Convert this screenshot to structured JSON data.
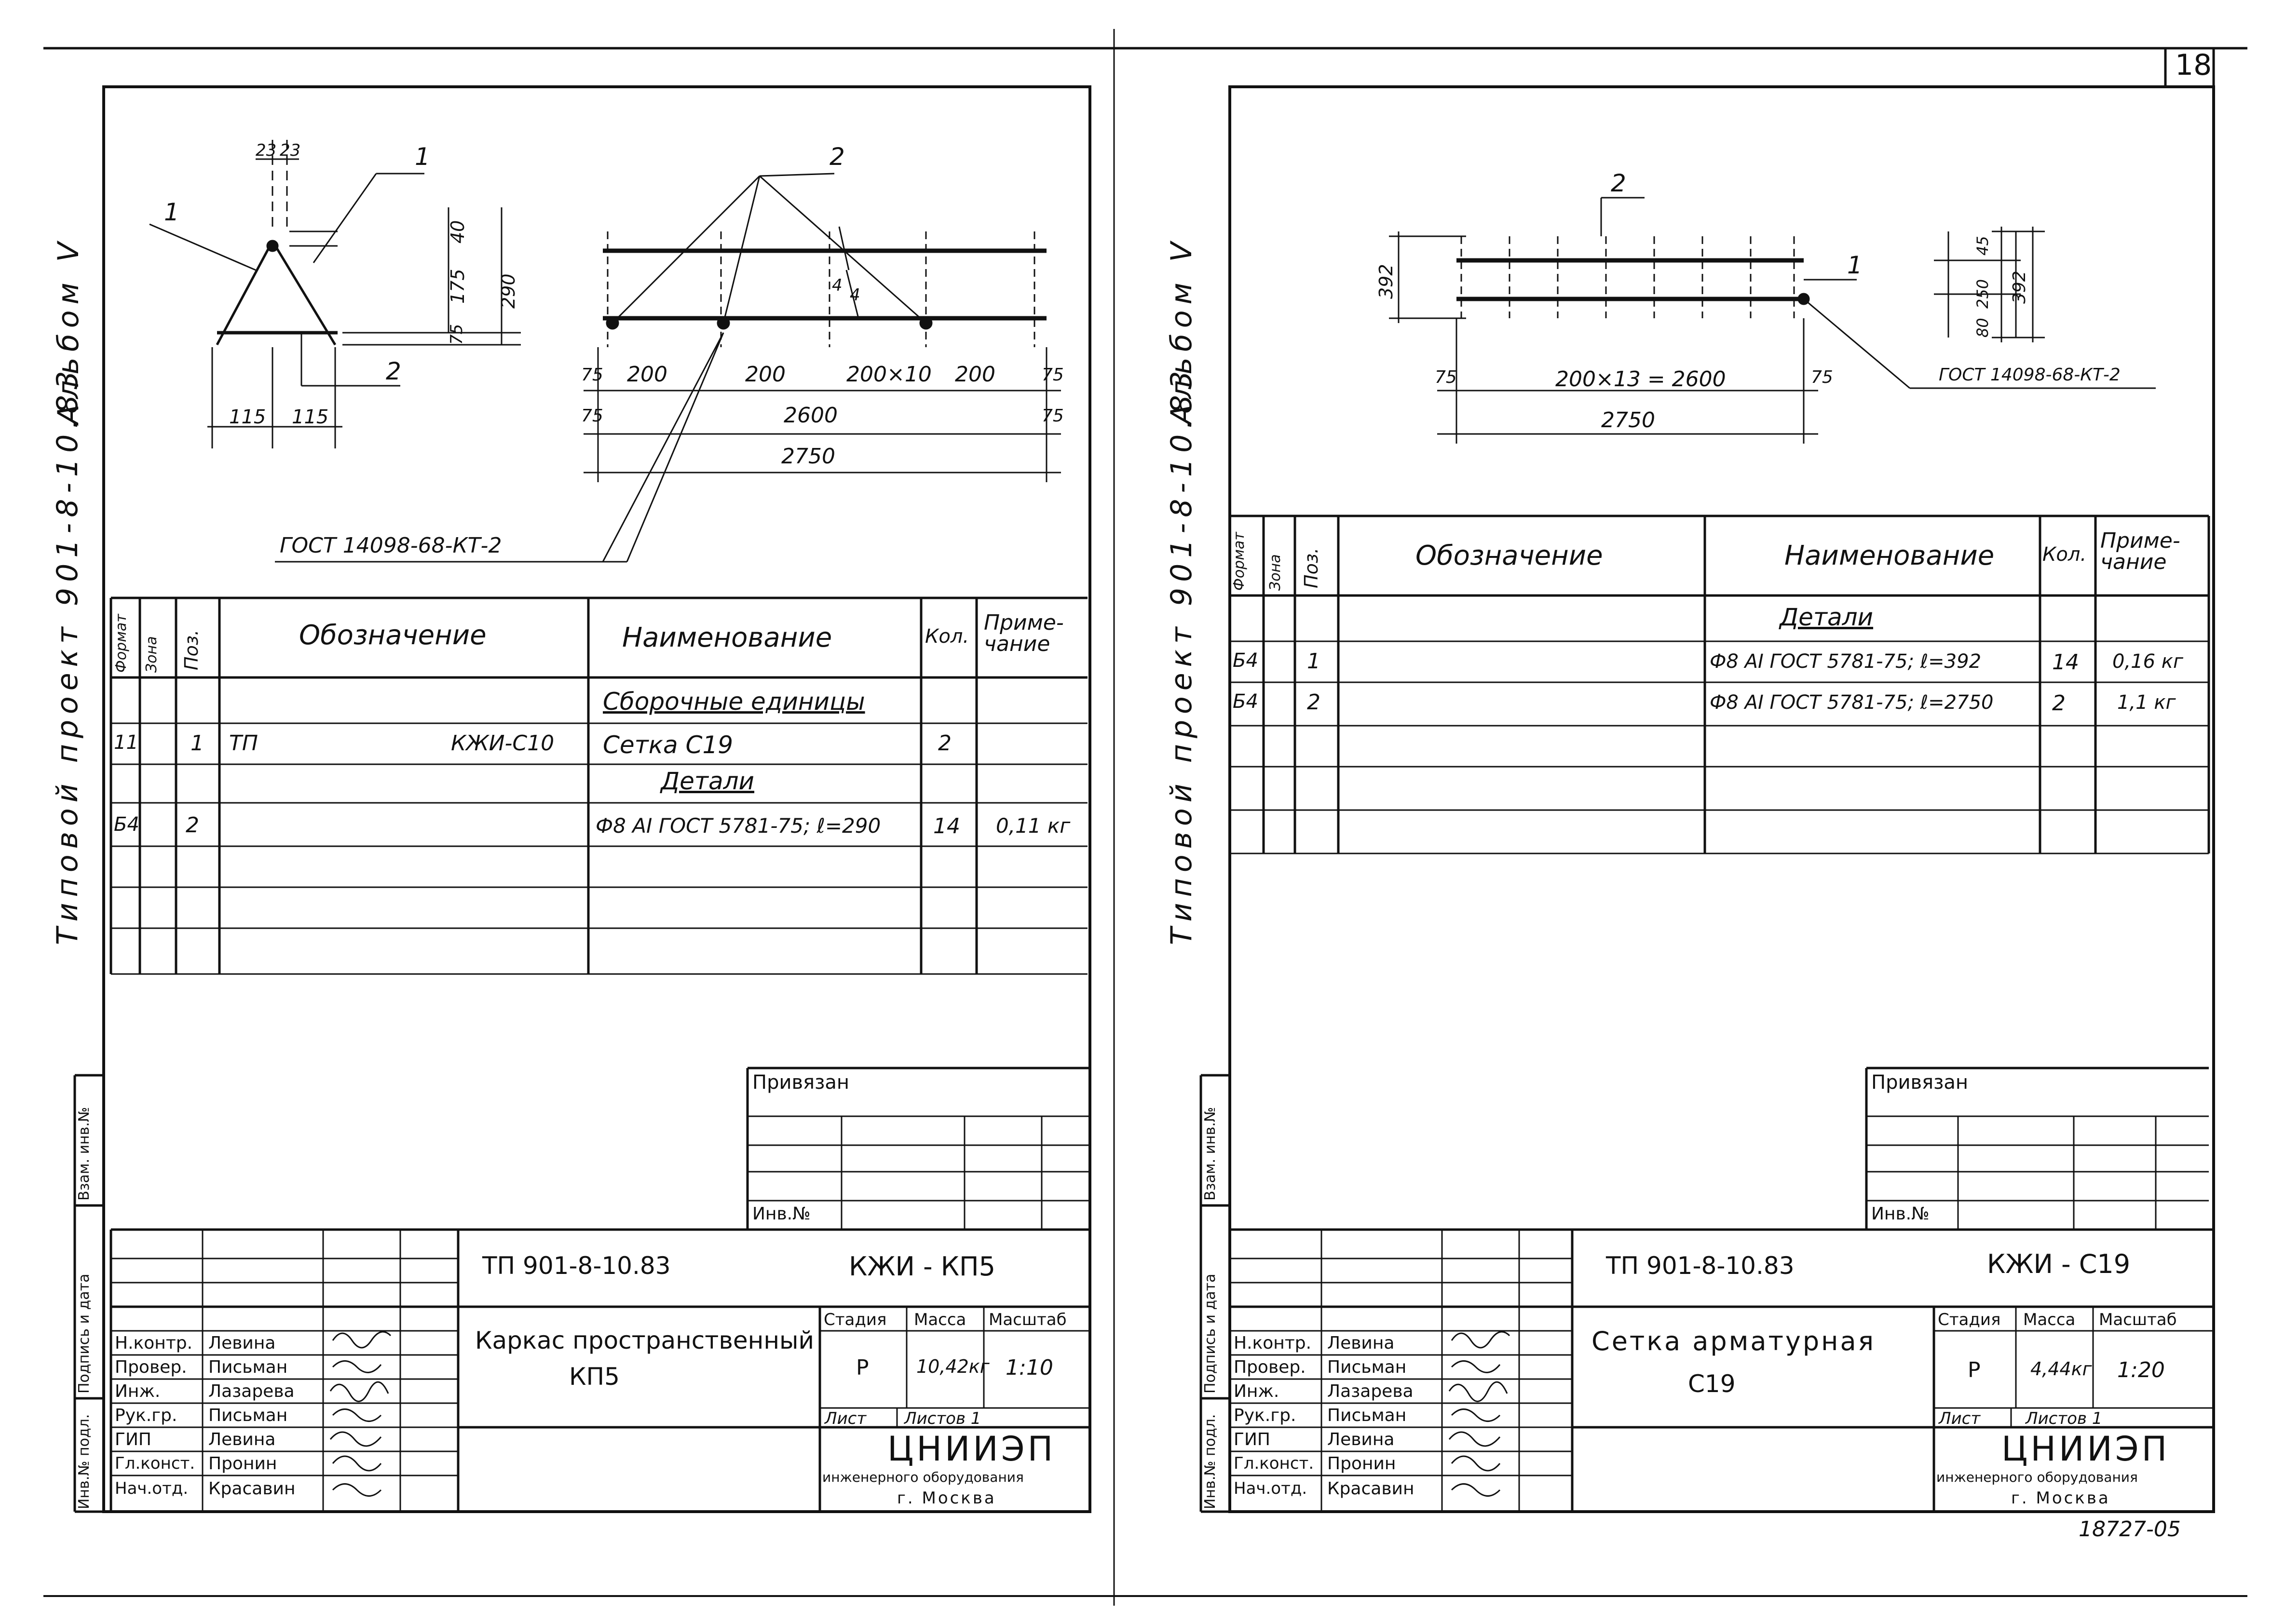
{
  "page_number": "18",
  "bottom_number": "18727-05",
  "album_text": "Альбом V",
  "project_label": "Типовой проект 901-8-10.83",
  "left": {
    "drawing": {
      "pos1": "1",
      "pos2": "2",
      "d23a": "23",
      "d23b": "23",
      "d40": "40",
      "d175": "175",
      "d290": "290",
      "d75": "75",
      "d115a": "115",
      "d115b": "115",
      "s75a": "75",
      "s200a": "200",
      "s200b": "200",
      "s200x10": "200×10",
      "s200c": "200",
      "s75b": "75",
      "s75c": "75",
      "s2600": "2600",
      "s75d": "75",
      "s2750": "2750",
      "s4a": "4",
      "s4b": "4",
      "gost": "ГОСТ 14098-68-КТ-2"
    },
    "spec": {
      "headers": {
        "format": "Формат",
        "zone": "Зона",
        "pos": "Поз.",
        "designation": "Обозначение",
        "name": "Наименование",
        "qty": "Кол.",
        "note": "Приме-чание"
      },
      "section1": "Сборочные единицы",
      "row1": {
        "format": "11",
        "pos": "1",
        "des1": "ТП",
        "des2": "КЖИ-С10",
        "name": "Сетка С19",
        "qty": "2",
        "note": ""
      },
      "section2": "Детали",
      "row2": {
        "format": "Б4",
        "pos": "2",
        "name": "Ф8 АI ГОСТ 5781-75; ℓ=290",
        "qty": "14",
        "note": "0,11 кг"
      }
    },
    "side_labels": {
      "inv_orig": "Инв.№ подл.",
      "sign_date": "Подпись и дата",
      "inv_replace": "Взам. инв.№"
    },
    "privyazan": "Привязан",
    "inv_no": "Инв.№",
    "title_block": {
      "doc_code": "ТП 901-8-10.83",
      "mark": "КЖИ - КП5",
      "title1": "Каркас пространственный",
      "title2": "КП5",
      "stage_h": "Стадия",
      "mass_h": "Масса",
      "scale_h": "Масштаб",
      "stage": "Р",
      "mass": "10,42кг",
      "scale": "1:10",
      "sheet_h": "Лист",
      "sheets_h": "Листов 1",
      "org1": "ЦНИИЭП",
      "org2": "инженерного оборудования",
      "org3": "г. Москва",
      "roles": [
        "Н.контр.",
        "Провер.",
        "Инж.",
        "Рук.гр.",
        "ГИП",
        "Гл.конст.",
        "Нач.отд."
      ],
      "names": [
        "Левина",
        "Письман",
        "Лазарева",
        "Письман",
        "Левина",
        "Пронин",
        "Красавин"
      ]
    }
  },
  "right": {
    "drawing": {
      "pos2": "2",
      "pos1": "1",
      "d392": "392",
      "d75a": "75",
      "dim_main": "200×13 = 2600",
      "d75b": "75",
      "d2750": "2750",
      "d45": "45",
      "d250": "250",
      "d80": "80",
      "d392b": "392",
      "gost": "ГОСТ 14098-68-КТ-2"
    },
    "spec": {
      "headers": {
        "format": "Формат",
        "zone": "Зона",
        "pos": "Поз.",
        "designation": "Обозначение",
        "name": "Наименование",
        "qty": "Кол.",
        "note": "Приме-чание"
      },
      "section": "Детали",
      "row1": {
        "format": "Б4",
        "pos": "1",
        "name": "Ф8 АI ГОСТ 5781-75; ℓ=392",
        "qty": "14",
        "note": "0,16 кг"
      },
      "row2": {
        "format": "Б4",
        "pos": "2",
        "name": "Ф8 АI ГОСТ 5781-75; ℓ=2750",
        "qty": "2",
        "note": "1,1 кг"
      }
    },
    "side_labels": {
      "inv_orig": "Инв.№ подл.",
      "sign_date": "Подпись и дата",
      "inv_replace": "Взам. инв.№"
    },
    "privyazan": "Привязан",
    "inv_no": "Инв.№",
    "title_block": {
      "doc_code": "ТП 901-8-10.83",
      "mark": "КЖИ - С19",
      "title1": "Сетка арматурная",
      "title2": "С19",
      "stage_h": "Стадия",
      "mass_h": "Масса",
      "scale_h": "Масштаб",
      "stage": "Р",
      "mass": "4,44кг",
      "scale": "1:20",
      "sheet_h": "Лист",
      "sheets_h": "Листов 1",
      "org1": "ЦНИИЭП",
      "org2": "инженерного оборудования",
      "org3": "г. Москва",
      "roles": [
        "Н.контр.",
        "Провер.",
        "Инж.",
        "Рук.гр.",
        "ГИП",
        "Гл.конст.",
        "Нач.отд."
      ],
      "names": [
        "Левина",
        "Письман",
        "Лазарева",
        "Письман",
        "Левина",
        "Пронин",
        "Красавин"
      ]
    }
  }
}
